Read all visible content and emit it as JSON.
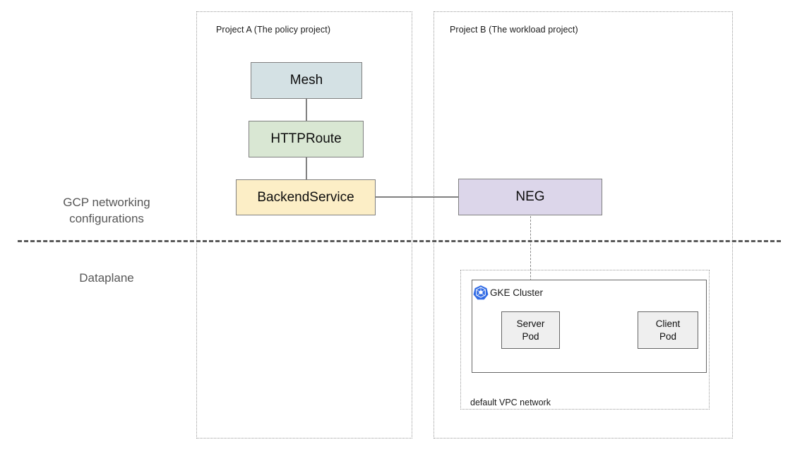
{
  "diagram": {
    "title": "GCP networking configurations and dataplane across two projects",
    "colors": {
      "mesh_fill": "#d4e1e4",
      "httproute_fill": "#d9e7d3",
      "backendservice_fill": "#fceec6",
      "neg_fill": "#dcd6ea",
      "pod_fill": "#efefef",
      "node_stroke": "#808080",
      "pod_stroke": "#666666",
      "dotted_stroke": "#9a9a9a",
      "divider_stroke": "#595959",
      "side_label_text": "#575757",
      "kubernetes_blue": "#326ce5"
    },
    "side_labels": [
      {
        "id": "gcp-networking",
        "text": "GCP networking\nconfigurations"
      },
      {
        "id": "dataplane",
        "text": "Dataplane"
      }
    ],
    "projects": [
      {
        "id": "project-a",
        "label": "Project A (The policy project)"
      },
      {
        "id": "project-b",
        "label": "Project B (The workload project)"
      }
    ],
    "nodes": [
      {
        "id": "mesh",
        "label": "Mesh"
      },
      {
        "id": "httproute",
        "label": "HTTPRoute"
      },
      {
        "id": "backendservice",
        "label": "BackendService"
      },
      {
        "id": "neg",
        "label": "NEG"
      }
    ],
    "cluster": {
      "title": "GKE Cluster",
      "icon": "kubernetes-icon",
      "pods": [
        {
          "id": "server-pod",
          "line1": "Server",
          "line2": "Pod"
        },
        {
          "id": "client-pod",
          "line1": "Client",
          "line2": "Pod"
        }
      ]
    },
    "network": {
      "label": "default VPC network"
    },
    "connections": [
      {
        "from": "mesh",
        "to": "httproute",
        "style": "solid"
      },
      {
        "from": "httproute",
        "to": "backendservice",
        "style": "solid"
      },
      {
        "from": "backendservice",
        "to": "neg",
        "style": "solid"
      },
      {
        "from": "neg",
        "to": "server-pod",
        "style": "dashed"
      }
    ]
  }
}
